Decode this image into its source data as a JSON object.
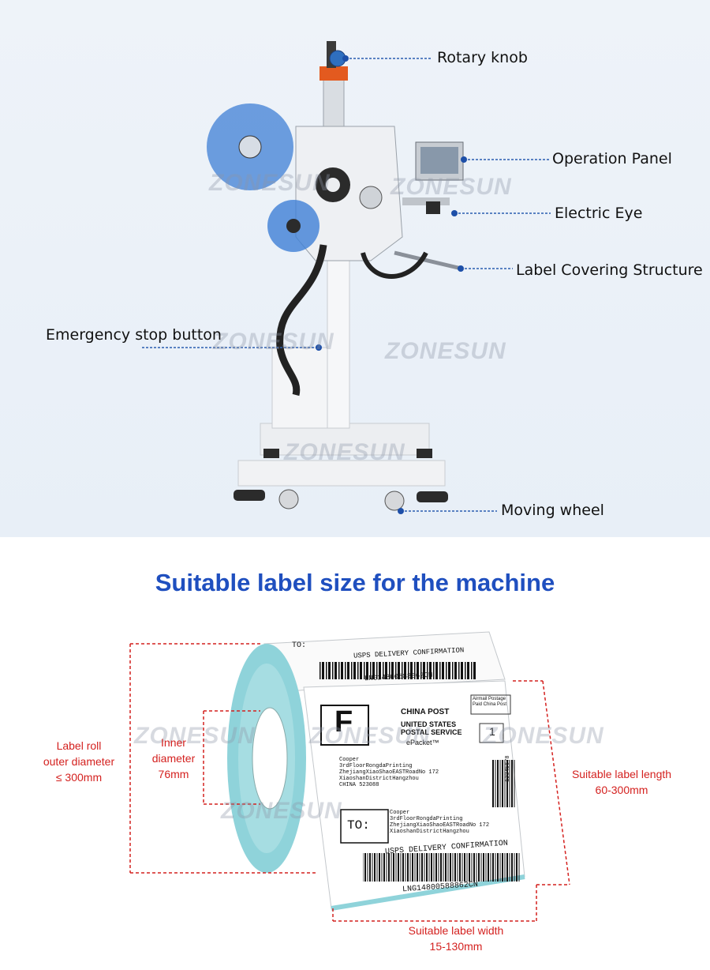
{
  "brand": {
    "watermark": "ZONESUN"
  },
  "callouts": {
    "rotary_knob": "Rotary knob",
    "operation_panel": "Operation Panel",
    "electric_eye": "Electric Eye",
    "label_covering": "Label Covering Structure",
    "emergency_stop": "Emergency stop button",
    "moving_wheel": "Moving wheel"
  },
  "label_section": {
    "heading": "Suitable label size for the machine",
    "outer_diameter": {
      "line1": "Label roll",
      "line2": "outer diameter",
      "line3": "≤ 300mm"
    },
    "inner_diameter": {
      "line1": "Inner",
      "line2": "diameter",
      "line3": "76mm"
    },
    "label_length": {
      "line1": "Suitable label length",
      "line2": "60-300mm"
    },
    "label_width": {
      "line1": "Suitable label width",
      "line2": "15-130mm"
    }
  },
  "label_print": {
    "to": "TO:",
    "usps_confirm": "USPS DELIVERY CONFIRMATION",
    "tracking": "LNG14800588862CN",
    "china_post": "CHINA POST",
    "usps": "UNITED STATES POSTAL SERVICE",
    "epacket": "ePacket™",
    "f_mark": "F",
    "number_one": "1",
    "airmail": "Airmail Postage Paid China Post",
    "from_name": "Cooper",
    "from_addr1": "3rdFloorRongdaPrinting",
    "from_addr2": "ZhejiangXiaoShaoEASTRoadNo 172",
    "from_addr3": "XiaoshanDistrictHangzhou",
    "from_addr4": "CHINA 523088",
    "barcode_side": "12345678"
  },
  "colors": {
    "heading": "#1f4fbf",
    "dimension": "#d4211f",
    "leader": "#2a5db0",
    "roll_core": "#8fd3da"
  }
}
